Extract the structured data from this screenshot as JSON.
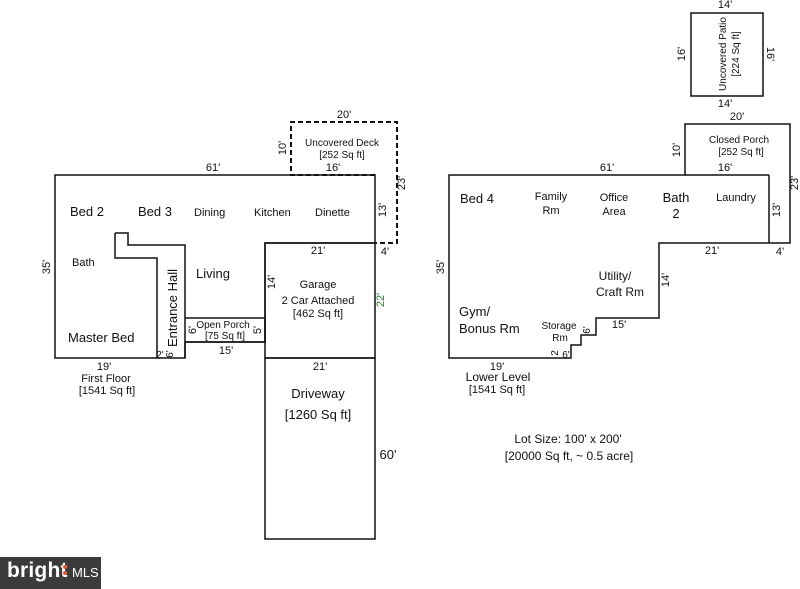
{
  "first_floor": {
    "rooms": {
      "bed2": "Bed 2",
      "bed3": "Bed 3",
      "dining": "Dining",
      "kitchen": "Kitchen",
      "dinette": "Dinette",
      "bath": "Bath",
      "living": "Living",
      "master_bed": "Master Bed",
      "entrance_hall": "Entrance Hall",
      "open_porch": "Open Porch",
      "open_porch_area": "[75 Sq ft]",
      "garage": "Garage",
      "garage_desc": "2 Car Attached",
      "garage_area": "[462 Sq ft]",
      "deck": "Uncovered Deck",
      "deck_area": "[252 Sq ft]",
      "driveway": "Driveway",
      "driveway_area": "[1260 Sq ft]"
    },
    "dims": {
      "top": "61'",
      "left": "35'",
      "bottom": "19'",
      "deck_top": "20'",
      "deck_side": "10'",
      "deck_bottom": "16'",
      "deck_right": "23'",
      "kitchen_step": "13'",
      "step_4": "4'",
      "garage_top": "21'",
      "garage_left": "14'",
      "garage_right": "22'",
      "porch_left": "6'",
      "porch_right": "5'",
      "porch_bottom": "15'",
      "step_2": "2'",
      "step_6": "6'",
      "driveway_top": "21'",
      "driveway_right": "60'"
    },
    "caption": "First Floor",
    "caption_area": "[1541 Sq ft]"
  },
  "lower_level": {
    "rooms": {
      "bed4": "Bed 4",
      "family_1": "Family",
      "family_2": "Rm",
      "office_1": "Office",
      "office_2": "Area",
      "bath_1": "Bath",
      "bath_2": "2",
      "laundry": "Laundry",
      "utility_1": "Utility/",
      "utility_2": "Craft Rm",
      "gym_1": "Gym/",
      "gym_2": "Bonus Rm",
      "storage_1": "Storage",
      "storage_2": "Rm",
      "closed_porch": "Closed Porch",
      "closed_porch_area": "[252 Sq ft]",
      "patio_1": "Uncovered Patio",
      "patio_2": "[224 Sq ft]"
    },
    "dims": {
      "top": "61'",
      "left": "35'",
      "bottom": "19'",
      "porch_top": "20'",
      "porch_side": "10'",
      "porch_bottom": "16'",
      "porch_right": "23'",
      "laundry_step": "13'",
      "step_4": "4'",
      "step_21": "21'",
      "utility_side": "14'",
      "utility_bottom": "15'",
      "storage_side": "6'",
      "step_2": "2",
      "step_6": "6'",
      "patio_top": "14'",
      "patio_bottom": "14'",
      "patio_left": "16'",
      "patio_right": "16'"
    },
    "caption": "Lower Level",
    "caption_area": "[1541 Sq ft]"
  },
  "lot": {
    "line1": "Lot Size: 100' x 200'",
    "line2": "[20000 Sq ft, ~ 0.5 acre]"
  },
  "logo": {
    "brand": "bright",
    "suffix": "MLS"
  }
}
